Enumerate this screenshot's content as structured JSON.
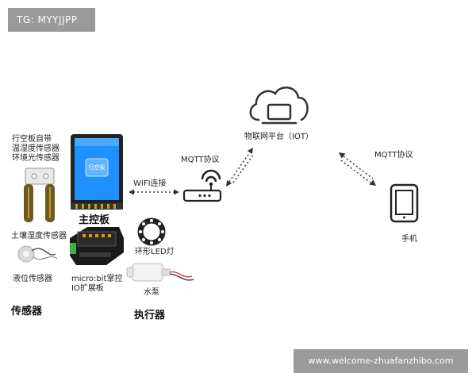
{
  "watermark_top": "TG: MYYJJPP",
  "watermark_bottom": "www.welcome-zhuafanzhibo.com",
  "labels": {
    "onboard_sensors": [
      "行空板自带",
      "温湿度传感器",
      "环境光传感器"
    ],
    "soil_sensor": "土壤湿度传感器",
    "level_sensor": "液位传感器",
    "sensors_heading": "传感器",
    "main_board": "主控板",
    "expansion": [
      "micro:bit掌控",
      "IO扩展板"
    ],
    "led_ring": "环形LED灯",
    "pump": "水泵",
    "actuators_heading": "执行器",
    "wifi_link": "WIFI连接",
    "mqtt_router": "MQTT协议",
    "cloud": "物联网平台（IOT）",
    "mqtt_phone": "MQTT协议",
    "phone": "手机"
  },
  "board_screen_text": "行空板",
  "colors": {
    "accent": "#1e90ff",
    "watermark_bg": "#9a9a9a",
    "icon_stroke": "#333333"
  }
}
